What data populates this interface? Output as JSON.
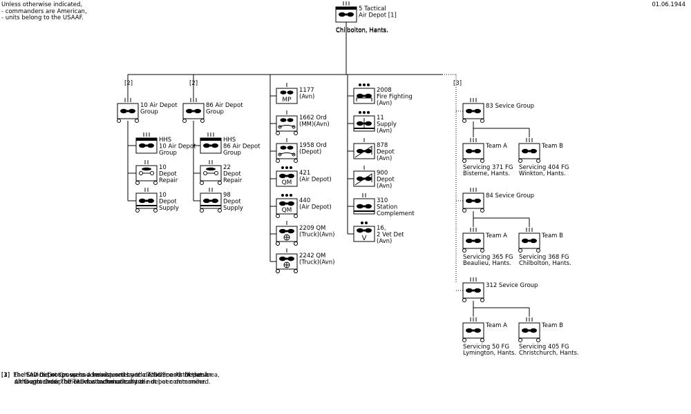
{
  "header": {
    "notes": [
      "Unless otherwise indicated,",
      "- commanders are American,",
      "- units belong to the USAAF."
    ],
    "date": "01.06.1944"
  },
  "units": [
    {
      "id": "tad",
      "lines": [
        "5 Tactical",
        "Air Depot [1]"
      ],
      "sub": "Chilbolton, Hants.",
      "sym": "hq",
      "size": "III"
    },
    {
      "id": "adg10",
      "lines": [
        "10 Air Depot",
        "Group"
      ],
      "sym": "air",
      "size": "III",
      "wheels": true,
      "note": "[2]"
    },
    {
      "id": "hhs10",
      "lines": [
        "HHS",
        "10 Air Depot",
        "Group"
      ],
      "sym": "hq",
      "size": "III"
    },
    {
      "id": "rep10",
      "lines": [
        "10",
        "Depot",
        "Repair"
      ],
      "sym": "repair",
      "size": "II",
      "wheels": true
    },
    {
      "id": "sup10",
      "lines": [
        "10",
        "Depot",
        "Supply"
      ],
      "sym": "supply",
      "size": "II",
      "wheels": true
    },
    {
      "id": "adg86",
      "lines": [
        "86 Air Depot",
        "Group"
      ],
      "sym": "air",
      "size": "III",
      "wheels": true,
      "note": "[2]"
    },
    {
      "id": "hhs86",
      "lines": [
        "HHS",
        "86 Air Depot",
        "Group"
      ],
      "sym": "hq",
      "size": "III"
    },
    {
      "id": "rep22",
      "lines": [
        "22",
        "Depot",
        "Repair"
      ],
      "sym": "repair",
      "size": "II",
      "wheels": true
    },
    {
      "id": "sup98",
      "lines": [
        "98",
        "Depot",
        "Supply"
      ],
      "sym": "supply",
      "size": "II",
      "wheels": true
    },
    {
      "id": "mp1177",
      "lines": [
        "1177",
        "(Avn)"
      ],
      "sym": "mp",
      "label": "MP",
      "size": "I"
    },
    {
      "id": "ord1662",
      "lines": [
        "1662 Ord",
        "(MM)(Avn)"
      ],
      "sym": "ordnance",
      "size": "I",
      "wheels": true
    },
    {
      "id": "ord1958",
      "lines": [
        "1958 Ord",
        "(Depot)"
      ],
      "sym": "ordnance2",
      "size": "I",
      "wheels": true
    },
    {
      "id": "qm421",
      "lines": [
        "421",
        "(Air Depot)"
      ],
      "sym": "qm",
      "label": "QM",
      "size": "•••"
    },
    {
      "id": "qm440",
      "lines": [
        "440",
        "(Air Depot)"
      ],
      "sym": "qm",
      "label": "QM",
      "size": "•••",
      "wheels": true
    },
    {
      "id": "qm2209",
      "lines": [
        "2209 QM",
        "(Truck)(Avn)"
      ],
      "sym": "truck",
      "size": "I",
      "wheels": true
    },
    {
      "id": "qm2242",
      "lines": [
        "2242 QM",
        "(Truck)(Avn)"
      ],
      "sym": "truck",
      "size": "I",
      "wheels": true
    },
    {
      "id": "ff2008",
      "lines": [
        "2008",
        "Fire Fighting",
        "(Avn)"
      ],
      "sym": "fire",
      "size": "•••"
    },
    {
      "id": "sup11",
      "lines": [
        "11",
        "Supply",
        "(Avn)"
      ],
      "sym": "supply2",
      "size": "•••"
    },
    {
      "id": "dep878",
      "lines": [
        "878",
        "Depot",
        "(Avn)"
      ],
      "sym": "depot",
      "size": "I"
    },
    {
      "id": "dep900",
      "lines": [
        "900",
        "Depot",
        "(Avn)"
      ],
      "sym": "depot",
      "size": "I"
    },
    {
      "id": "sc310",
      "lines": [
        "310",
        "Station",
        "Complement"
      ],
      "sym": "station",
      "size": "II"
    },
    {
      "id": "vet16",
      "lines": [
        "16,",
        "2 Vet Det",
        "(Avn)"
      ],
      "sym": "vet",
      "size": "••"
    },
    {
      "id": "sg83",
      "lines": [
        "83 Sevice Group"
      ],
      "sym": "air",
      "size": "III",
      "wheels": true,
      "note": "[3]"
    },
    {
      "id": "sg83a",
      "lines": [
        "Team A"
      ],
      "sub": "Servicing 371 FG",
      "sub2": "Bisterne, Hants.",
      "sym": "air",
      "size": "III",
      "wheels": true
    },
    {
      "id": "sg83b",
      "lines": [
        "Team B"
      ],
      "sub": "Servicing 404 FG",
      "sub2": "Winkton, Hants.",
      "sym": "air",
      "size": "III",
      "wheels": true
    },
    {
      "id": "sg84",
      "lines": [
        "84 Sevice Group"
      ],
      "sym": "air",
      "size": "III",
      "wheels": true
    },
    {
      "id": "sg84a",
      "lines": [
        "Team A"
      ],
      "sub": "Servicing 365 FG",
      "sub2": "Beaulieu, Hants.",
      "sym": "air",
      "size": "III",
      "wheels": true
    },
    {
      "id": "sg84b",
      "lines": [
        "Team B"
      ],
      "sub": "Servicing 368 FG",
      "sub2": "Chilbolton, Hants.",
      "sym": "air",
      "size": "III",
      "wheels": true
    },
    {
      "id": "sg312",
      "lines": [
        "312 Sevice Group"
      ],
      "sym": "air",
      "size": "III",
      "wheels": true
    },
    {
      "id": "sg312a",
      "lines": [
        "Team A"
      ],
      "sub": "Servicing 50 FG",
      "sub2": "Lymington, Hants.",
      "sym": "air",
      "size": "III",
      "wheels": true
    },
    {
      "id": "sg312b",
      "lines": [
        "Team B"
      ],
      "sub": "Servicing 405 FG",
      "sub2": "Christchurch, Hants.",
      "sym": "air",
      "size": "III",
      "wheels": true
    }
  ],
  "footnotes": [
    "[1]  The TAD did not possess a headquarters or a T/O&E, and the senior\n       Air Depot Group officer was automatically the depot commander.",
    "[2]  Each Air Depot Group had service units and detachments of these\n       units attached. The exact attachments have not been determined.",
    "[3]  The Sevice Groups were administered by the Advance Air Depot Area,\n       although under the TAD for technical control."
  ]
}
